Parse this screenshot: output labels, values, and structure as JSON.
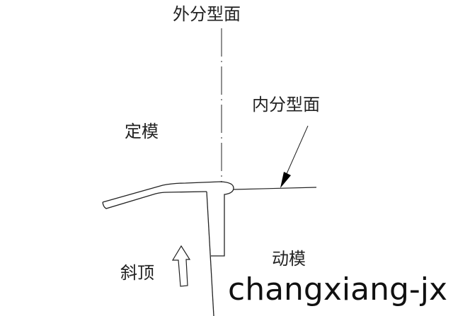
{
  "labels": {
    "outer_parting_surface": "外分型面",
    "inner_parting_surface": "内分型面",
    "fixed_mold": "定模",
    "moving_mold": "动模",
    "lifter": "斜顶"
  },
  "watermark": "changxiang-jx"
}
